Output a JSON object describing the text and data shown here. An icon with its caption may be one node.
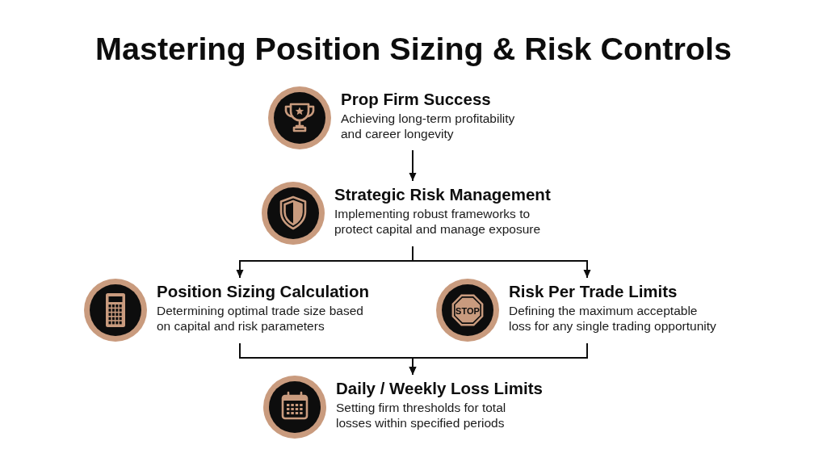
{
  "diagram": {
    "title": "Mastering Position Sizing & Risk Controls",
    "nodes": [
      {
        "text": [
          "Prop Firm Success",
          "Achieving long-term profitability and career longevity"
        ]
      },
      {
        "text": [
          "Strategic Risk Management",
          "Implementing robust frameworks to protect capital and manage exposure"
        ]
      },
      {
        "text": [
          "Position Sizing Calculation",
          "Determining optimal trade size based on capital and risk parameters"
        ]
      },
      {
        "text": [
          "Risk Per Trade Limits",
          "Defining the maximum acceptable loss for any single trading opportunity"
        ]
      },
      {
        "text": [
          "Daily / Weekly Loss Limits",
          "Setting firm thresholds for total losses within specified periods"
        ]
      }
    ],
    "edges": [
      {
        "from": 0,
        "to": 1,
        "arrow": "to"
      },
      {
        "from": 1,
        "to": 2,
        "arrow": "to"
      },
      {
        "from": 1,
        "to": 3,
        "arrow": "to"
      },
      {
        "from": 2,
        "to": 4,
        "arrow": "to"
      },
      {
        "from": 3,
        "to": 4,
        "arrow": "to"
      }
    ],
    "labels": [
      "STOP"
    ]
  }
}
